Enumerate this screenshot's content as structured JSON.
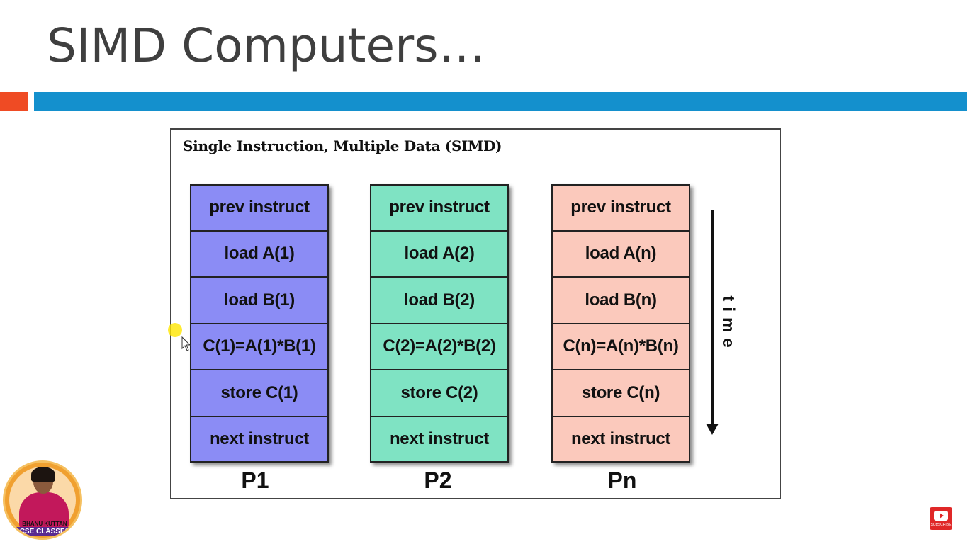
{
  "slide": {
    "title": "SIMD Computers…",
    "accent_colors": {
      "red": "#ef4b24",
      "blue": "#1490cd"
    }
  },
  "diagram": {
    "heading": "Single Instruction, Multiple Data (SIMD)",
    "processors": [
      {
        "label": "P1",
        "color": "#8b8cf5",
        "steps": [
          "prev instruct",
          "load A(1)",
          "load B(1)",
          "C(1)=A(1)*B(1)",
          "store C(1)",
          "next instruct"
        ]
      },
      {
        "label": "P2",
        "color": "#7fe3c3",
        "steps": [
          "prev instruct",
          "load A(2)",
          "load B(2)",
          "C(2)=A(2)*B(2)",
          "store C(2)",
          "next instruct"
        ]
      },
      {
        "label": "Pn",
        "color": "#fbc9bc",
        "steps": [
          "prev instruct",
          "load A(n)",
          "load B(n)",
          "C(n)=A(n)*B(n)",
          "store C(n)",
          "next instruct"
        ]
      }
    ],
    "time_axis": {
      "label": "time",
      "arrow_icon": "down-arrow-icon"
    }
  },
  "overlay": {
    "logo_name": "BHANU KUTTAN",
    "logo_brand": "CSE CLASSES",
    "subscribe_label": "SUBSCRIBE",
    "subscribe_icon": "play-button-icon",
    "cursor_icon": "mouse-pointer-icon"
  }
}
